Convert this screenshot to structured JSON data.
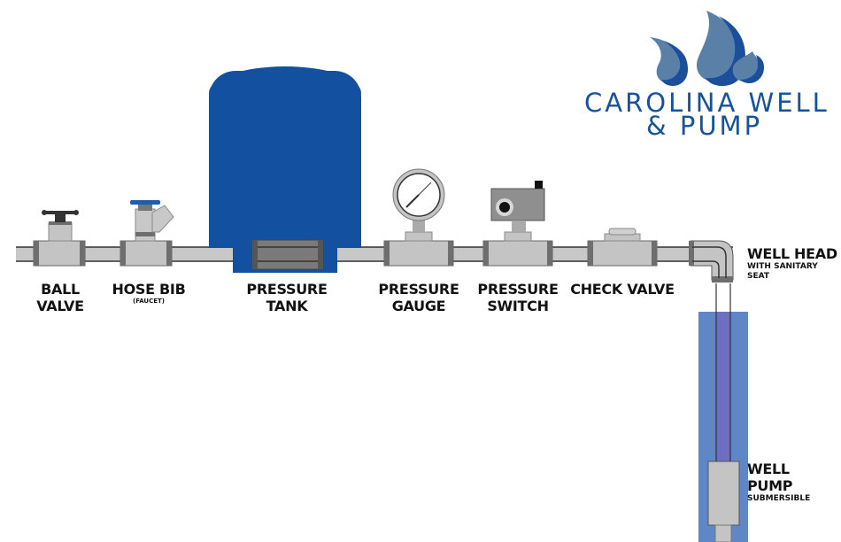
{
  "brand": {
    "line1": "CAROLINA WELL",
    "line2": "& PUMP",
    "colors": {
      "dark": "#1b4f9c",
      "light": "#5a80a8",
      "text": "#17539a"
    }
  },
  "labels": {
    "ball_valve": {
      "line1": "BALL",
      "line2": "VALVE"
    },
    "hose_bib": {
      "line1": "HOSE BIB",
      "sub": "(FAUCET)"
    },
    "pressure_tank": {
      "line1": "PRESSURE",
      "line2": "TANK"
    },
    "pressure_gauge": {
      "line1": "PRESSURE",
      "line2": "GAUGE"
    },
    "pressure_switch": {
      "line1": "PRESSURE",
      "line2": "SWITCH"
    },
    "check_valve": {
      "line1": "CHECK VALVE"
    },
    "well_head": {
      "line1": "WELL HEAD",
      "sub": "WITH SANITARY SEAT"
    },
    "well_pump": {
      "line1": "WELL PUMP",
      "sub": "SUBMERSIBLE"
    }
  },
  "colors": {
    "pipe": "#c8c8c8",
    "pipe_outline": "#333333",
    "fitting": "#bdbdbd",
    "flange": "#6e6e6e",
    "tank": "#1450a0",
    "well_casing": "#5f86c7",
    "well_pipe": "#6f6fc2"
  }
}
